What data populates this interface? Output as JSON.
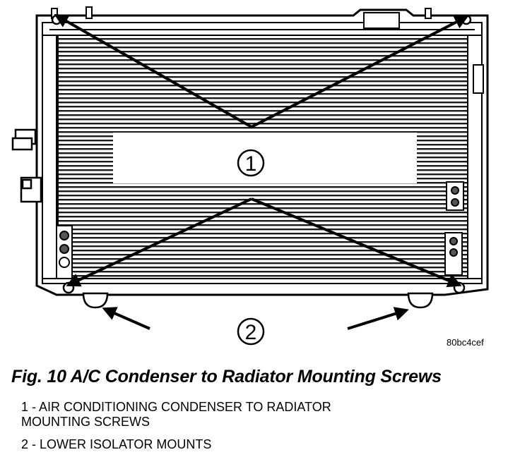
{
  "figure": {
    "code": "80bc4cef",
    "caption": "Fig. 10 A/C Condenser to Radiator Mounting Screws",
    "callouts": [
      {
        "number": "1"
      },
      {
        "number": "2"
      }
    ],
    "legend": [
      {
        "lines": [
          "1 - AIR CONDITIONING CONDENSER TO RADIATOR",
          "MOUNTING SCREWS"
        ]
      },
      {
        "lines": [
          "2 - LOWER ISOLATOR MOUNTS"
        ]
      }
    ]
  }
}
